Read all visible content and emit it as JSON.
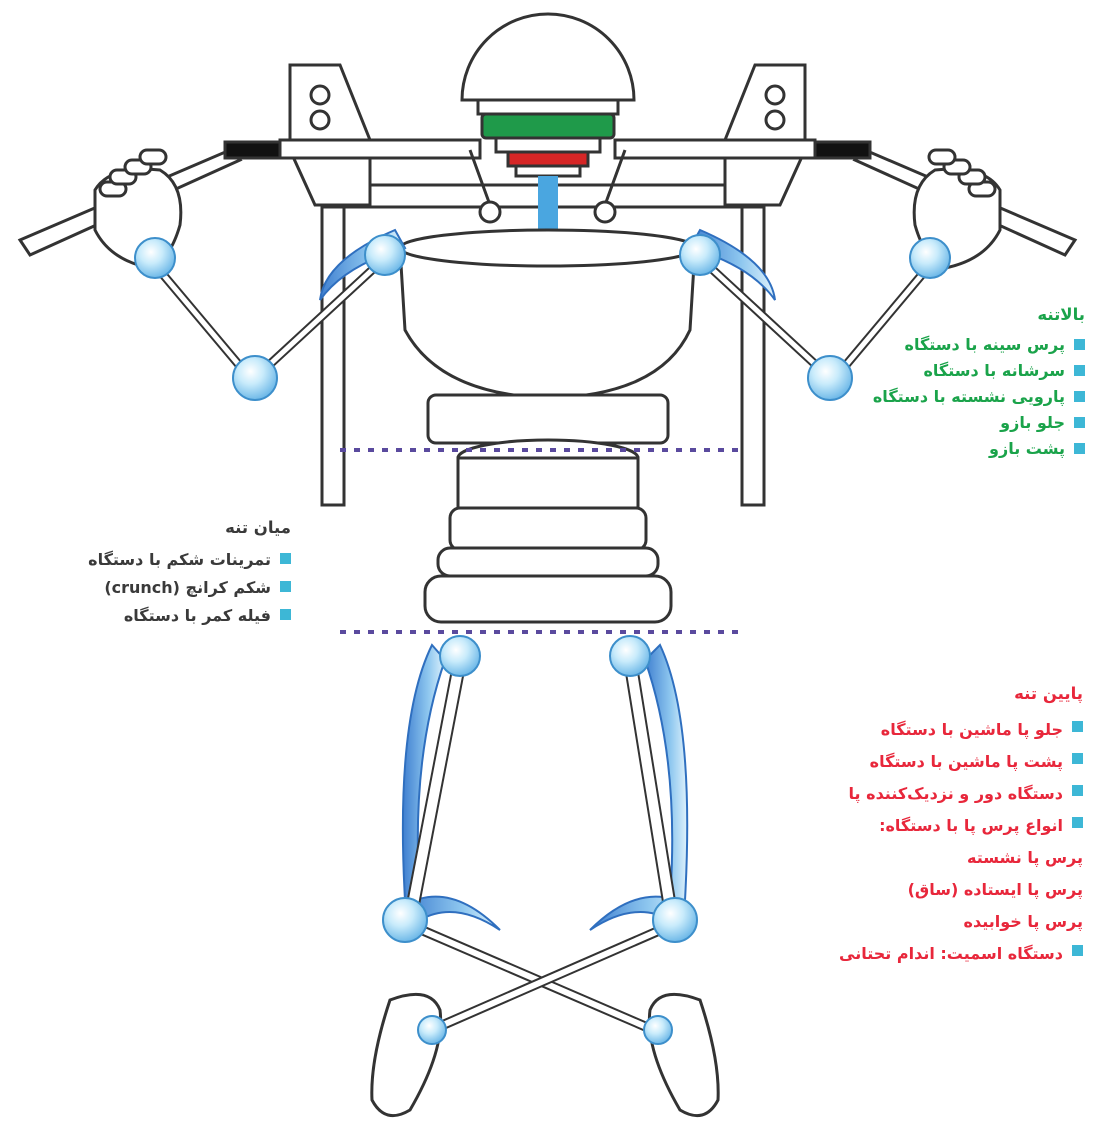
{
  "sections": {
    "upper": {
      "title": "بالاتنه",
      "color": "#1aa34a",
      "items": [
        "پرس سینه با دستگاه",
        "سرشانه با دستگاه",
        "پارویی نشسته با دستگاه",
        "جلو بازو",
        "پشت بازو"
      ]
    },
    "middle": {
      "title": "میان تنه",
      "color": "#3a3a3a",
      "items": [
        "تمرینات شکم با دستگاه",
        "شکم کرانچ (crunch)",
        "فیله کمر با دستگاه"
      ]
    },
    "lower": {
      "title": "پایین تنه",
      "color": "#e8273b",
      "items": [
        "جلو پا ماشین با دستگاه",
        "پشت پا ماشین با دستگاه",
        "دستگاه دور و نزدیک‌کننده پا",
        "انواع پرس پا با دستگاه:"
      ],
      "subitems": [
        "پرس پا نشسته",
        "پرس پا ایستاده (ساق)",
        "پرس پا خوابیده"
      ],
      "last_item": "دستگاه اسمیت: اندام تحتانی"
    }
  },
  "colors": {
    "joint": "#a9dcf7",
    "muscle": "#4a8fd6",
    "outline": "#333333",
    "bullet": "#3db7d6",
    "divider": "#5a4a9e",
    "head_green": "#1f9a4a",
    "neck_red": "#d62626"
  }
}
